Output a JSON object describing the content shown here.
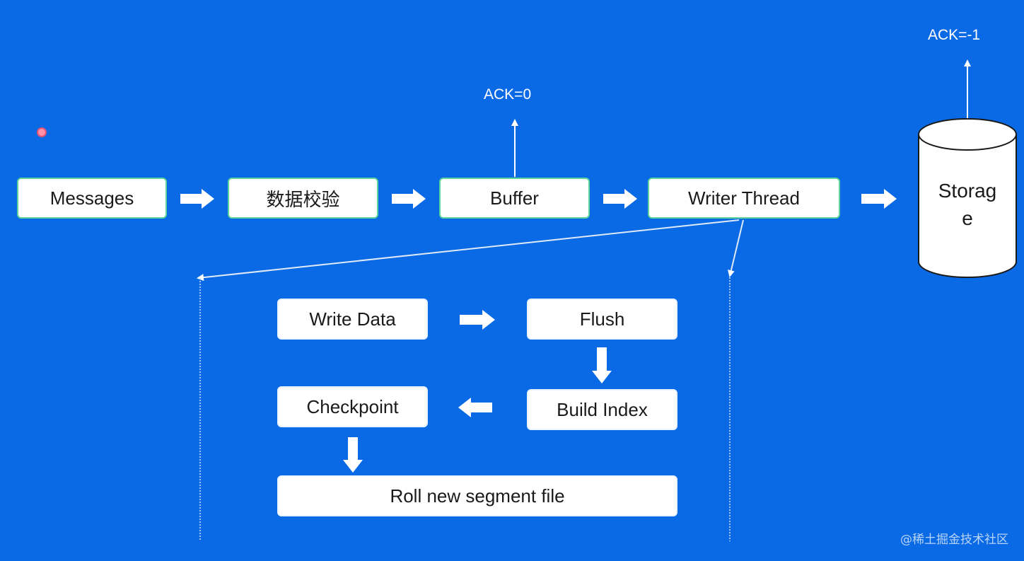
{
  "main_flow": {
    "messages": "Messages",
    "validation": "数据校验",
    "buffer": "Buffer",
    "writer_thread": "Writer Thread",
    "storage_line1": "Storag",
    "storage_line2": "e"
  },
  "ack": {
    "buffer": "ACK=0",
    "storage": "ACK=-1"
  },
  "writer_detail": {
    "write_data": "Write Data",
    "flush": "Flush",
    "build_index": "Build Index",
    "checkpoint": "Checkpoint",
    "roll_segment": "Roll new segment file"
  },
  "watermark": "@稀土掘金技术社区",
  "colors": {
    "background": "#0a6ae6",
    "box_fill": "#ffffff",
    "box_border": "#5fd49a",
    "arrow": "#ffffff"
  }
}
